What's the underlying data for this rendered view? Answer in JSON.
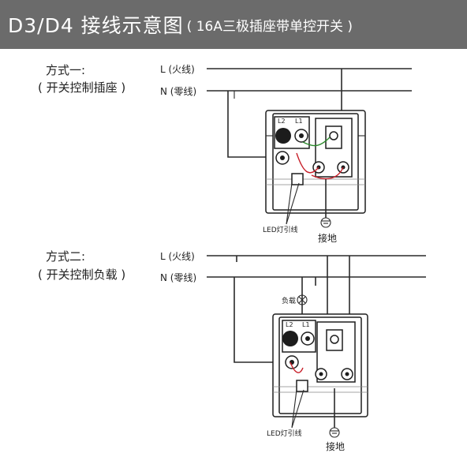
{
  "header": {
    "title": "D3/D4 接线示意图",
    "subtitle": "( 16A三极插座带单控开关 )"
  },
  "method1": {
    "title": "方式一:",
    "desc": "( 开关控制插座 )",
    "wire_l": "L (火线)",
    "wire_n": "N (零线)",
    "led_label": "LED灯引线",
    "ground_label": "接地",
    "term_l2": "L2",
    "term_l1": "L1"
  },
  "method2": {
    "title": "方式二:",
    "desc": "( 开关控制负载 )",
    "wire_l": "L (火线)",
    "wire_n": "N (零线)",
    "load_label": "负载",
    "led_label": "LED灯引线",
    "ground_label": "接地",
    "term_l2": "L2",
    "term_l1": "L1"
  },
  "colors": {
    "banner": "#6b6b6b",
    "led_wire": "#c8202a",
    "ground_wire": "#2a8a2a"
  }
}
